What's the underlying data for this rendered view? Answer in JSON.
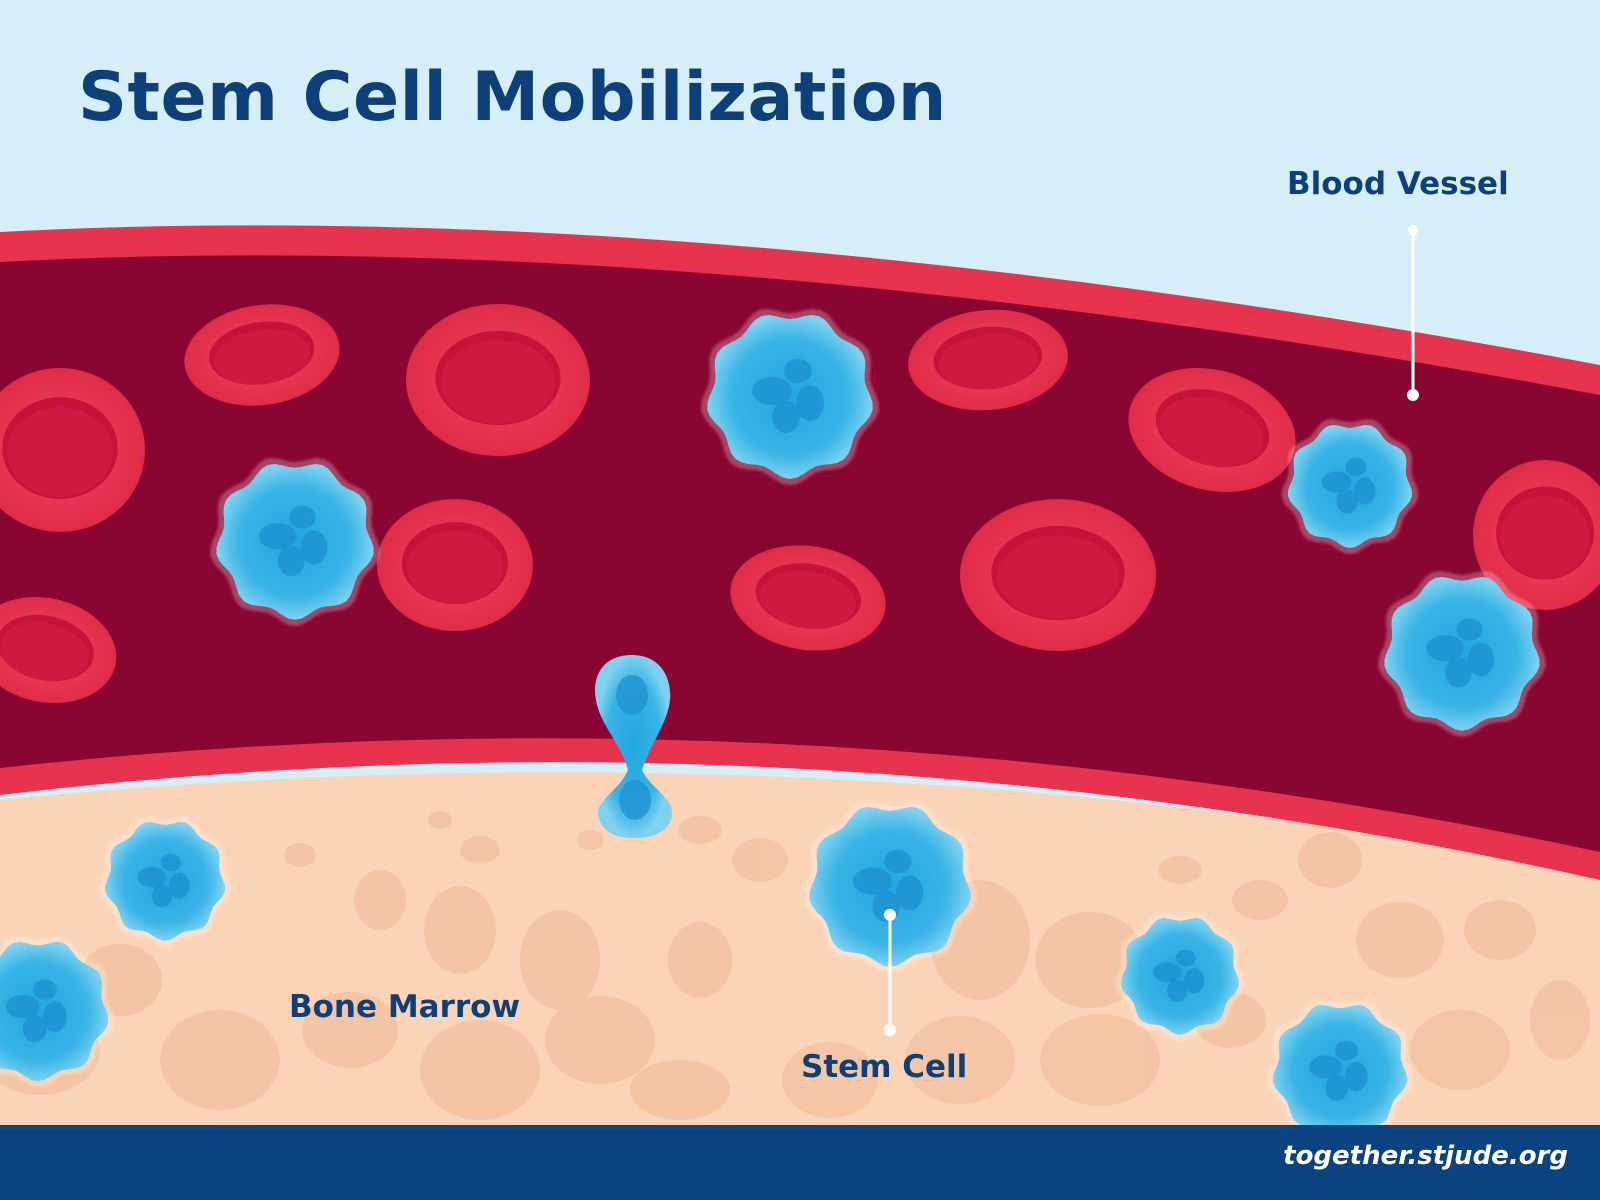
{
  "title": "Stem Cell Mobilization",
  "labels": {
    "blood_vessel": "Blood Vessel",
    "bone_marrow": "Bone Marrow",
    "stem_cell": "Stem Cell"
  },
  "footer": {
    "url": "together.stjude.org"
  },
  "colors": {
    "sky": "#d6eef8",
    "vessel_wall": "#e8334f",
    "vessel_lumen": "#8a0632",
    "red_cell": "#e8334f",
    "red_cell_center": "#c8143c",
    "stem_cell": "#3ab6e4",
    "stem_cell_nucleus": "#1e8fd0",
    "marrow": "#fbd4b8",
    "marrow_spots": "#f0c3a0",
    "title_text": "#0d3f78",
    "footer_bg": "#0b4280"
  }
}
